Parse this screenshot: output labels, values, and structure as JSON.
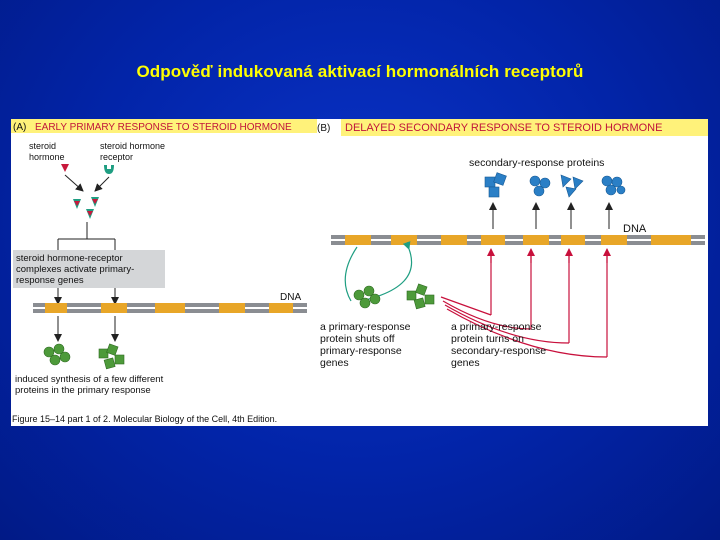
{
  "slide": {
    "title": "Odpověď indukovaná aktivací hormonálních receptorů"
  },
  "figure": {
    "panel_a": {
      "tag": "(A)",
      "header": "EARLY PRIMARY RESPONSE TO STEROID HORMONE",
      "steroid_hormone_label": [
        "steroid",
        "hormone"
      ],
      "receptor_label": [
        "steroid hormone",
        "receptor"
      ],
      "complex_label": [
        "steroid hormone-receptor",
        "complexes activate primary-",
        "response genes"
      ],
      "dna_label": "DNA",
      "induced_label": [
        "induced synthesis of a few different",
        "proteins in the primary response"
      ]
    },
    "panel_b": {
      "tag": "(B)",
      "header": "DELAYED SECONDARY RESPONSE TO STEROID HORMONE",
      "secondary_proteins_label": "secondary-response proteins",
      "dna_label": "DNA",
      "shuts_off_label": [
        "a primary-response",
        "protein shuts off",
        "primary-response",
        "genes"
      ],
      "turns_on_label": [
        "a primary-response",
        "protein turns on",
        "secondary-response",
        "genes"
      ]
    },
    "caption": "Figure 15–14 part 1 of 2. Molecular Biology of the Cell, 4th Edition."
  },
  "colors": {
    "background": "#0224a8",
    "title": "#ffff00",
    "header_band": "#fff27a",
    "dna_gold": "#e8a628",
    "dna_gray": "#8a8d92",
    "hormone_red": "#c8183c",
    "receptor_teal": "#1f9e82",
    "primary_green": "#4d9a3a",
    "secondary_blue": "#2a7fc6",
    "arrow_crimson": "#c8103c",
    "gray_box": "#d4d6d8"
  },
  "icons": {
    "hormone": "red-triangle-icon",
    "receptor": "teal-receptor-icon",
    "primary_protein": "green-protein-cluster-icon",
    "secondary_protein": "blue-protein-shape-icon"
  }
}
